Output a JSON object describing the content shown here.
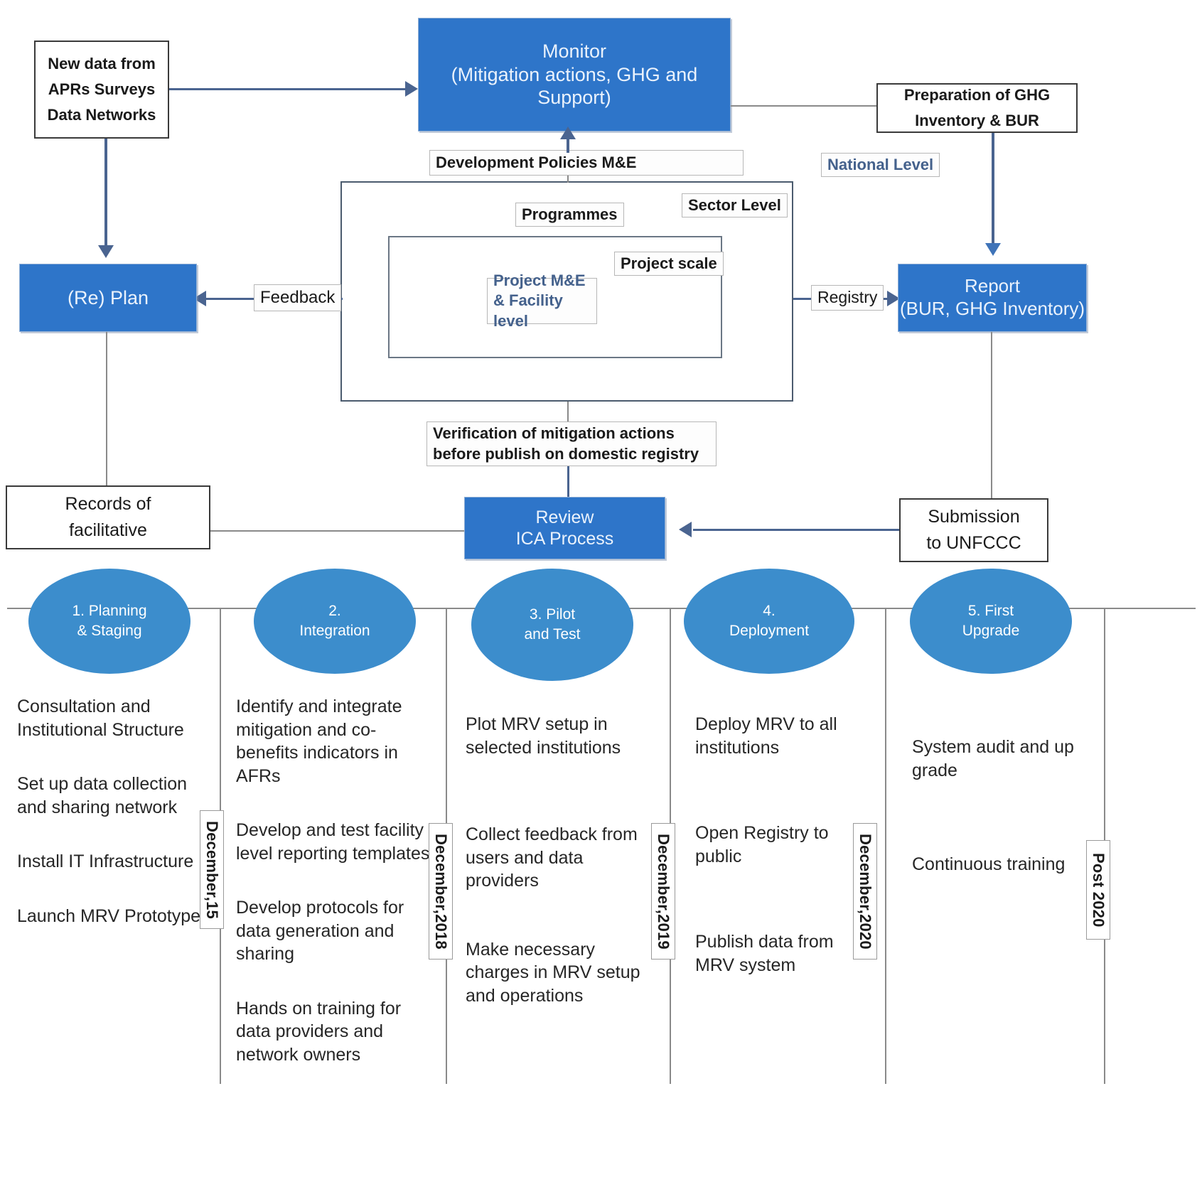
{
  "diagram": {
    "title": "MRV System Flow and Implementation Roadmap",
    "colors": {
      "process_blue": "#2E75C9",
      "ellipse_blue": "#3C8DCC",
      "connector_blue": "#4a6490",
      "box_outline": "#3a3a3a",
      "chip_outline": "#b7b7b7"
    }
  },
  "flow": {
    "new_data": "New data from\nAPRs Surveys\nData Networks",
    "monitor": "Monitor\n(Mitigation actions, GHG and Support)",
    "monitor_line1": "Monitor",
    "monitor_line2": "(Mitigation actions, GHG and",
    "monitor_line3": "Support)",
    "preparation": "Preparation of GHG\nInventory & BUR",
    "preparation_line1": "Preparation of GHG",
    "preparation_line2": "Inventory & BUR",
    "dev_policies": "Development Policies M&E",
    "national_level": "National Level",
    "sector_level": "Sector Level",
    "programmes": "Programmes",
    "project_scale": "Project scale",
    "project_me": "Project M&E\n& Facility level",
    "project_me_line1": "Project M&E",
    "project_me_line2": "& Facility level",
    "feedback": "Feedback",
    "registry": "Registry",
    "replan": "(Re) Plan",
    "report_line1": "Report",
    "report_line2": "(BUR, GHG Inventory)",
    "verification": "Verification of mitigation actions\nbefore publish on domestic registry",
    "verification_line1": "Verification of mitigation actions",
    "verification_line2": "before publish on domestic registry",
    "records": "Records of\nfacilitative",
    "records_line1": "Records of",
    "records_line2": "facilitative",
    "review_line1": "Review",
    "review_line2": "ICA Process",
    "submission_line1": "Submission",
    "submission_line2": "to UNFCCC"
  },
  "roadmap": {
    "phases": [
      {
        "label": "1. Planning\n& Staging",
        "milestone": "December,15",
        "items": [
          "Consultation and Institutional Structure",
          "Set up data collection and sharing network",
          "Install IT Infrastructure",
          "Launch MRV Prototype"
        ]
      },
      {
        "label": "2.\nIntegration",
        "milestone": "December,2018",
        "items": [
          "Identify and integrate mitigation and co-benefits indicators in AFRs",
          "Develop and test facility level reporting templates",
          "Develop protocols for data generation and sharing",
          "Hands on training for data providers and network owners"
        ]
      },
      {
        "label": "3. Pilot\nand Test",
        "milestone": "December,2019",
        "items": [
          "Plot MRV setup in selected institutions",
          "Collect feedback from users and data providers",
          "Make necessary charges in MRV setup and operations"
        ]
      },
      {
        "label": "4.\nDeployment",
        "milestone": "December,2020",
        "items": [
          "Deploy MRV to all institutions",
          "Open Registry to public",
          "Publish data from MRV system"
        ]
      },
      {
        "label": "5. First\nUpgrade",
        "milestone": "Post 2020",
        "items": [
          "System audit and up grade",
          "Continuous training"
        ]
      }
    ]
  }
}
